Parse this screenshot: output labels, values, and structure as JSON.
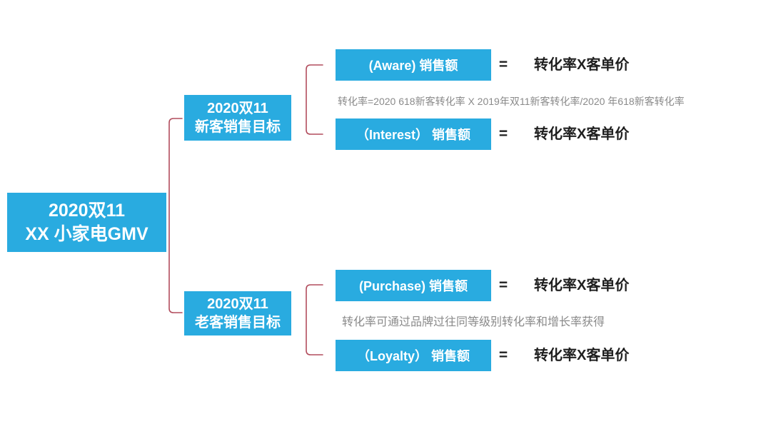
{
  "colors": {
    "node_fill": "#29abe0",
    "node_text": "#ffffff",
    "connector": "#b24d5d",
    "formula_text": "#1f1f1f",
    "note_text": "#8a8a8a",
    "background": "#ffffff"
  },
  "root": {
    "line1": "2020双11",
    "line2": "XX 小家电GMV"
  },
  "branches": [
    {
      "line1": "2020双11",
      "line2": "新客销售目标",
      "note": "转化率=2020  618新客转化率 X 2019年双11新客转化率/2020 年618新客转化率",
      "children": [
        {
          "label": "(Aware) 销售额",
          "equals": "=",
          "formula": "转化率X客单价"
        },
        {
          "label": "（Interest） 销售额",
          "equals": "=",
          "formula": "转化率X客单价"
        }
      ]
    },
    {
      "line1": "2020双11",
      "line2": "老客销售目标",
      "note": "转化率可通过品牌过往同等级别转化率和增长率获得",
      "children": [
        {
          "label": "(Purchase) 销售额",
          "equals": "=",
          "formula": "转化率X客单价"
        },
        {
          "label": "（Loyalty） 销售额",
          "equals": "=",
          "formula": "转化率X客单价"
        }
      ]
    }
  ]
}
